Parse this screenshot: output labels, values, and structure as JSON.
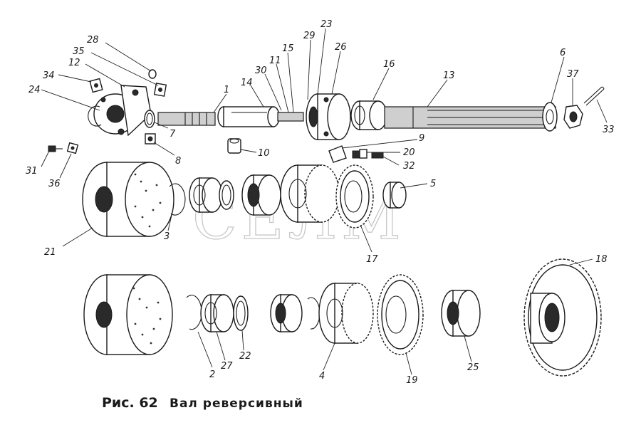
{
  "caption": {
    "label": "Рис. 62",
    "title": "Вал реверсивный"
  },
  "watermark": "СЕЛМ",
  "callouts": [
    "28",
    "35",
    "12",
    "34",
    "24",
    "1",
    "14",
    "30",
    "11",
    "15",
    "29",
    "23",
    "26",
    "16",
    "13",
    "6",
    "37",
    "33",
    "7",
    "8",
    "10",
    "9",
    "20",
    "32",
    "31",
    "36",
    "21",
    "3",
    "5",
    "17",
    "18",
    "2",
    "27",
    "22",
    "4",
    "19",
    "25"
  ]
}
